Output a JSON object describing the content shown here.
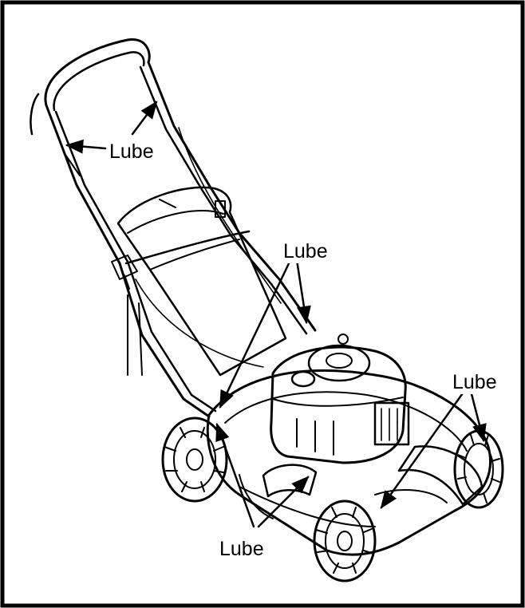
{
  "figure": {
    "callouts": [
      {
        "id": "handle",
        "label": "Lube"
      },
      {
        "id": "upper-handle-pivot",
        "label": "Lube"
      },
      {
        "id": "rear-wheel",
        "label": "Lube"
      },
      {
        "id": "front-wheel",
        "label": "Lube"
      }
    ]
  }
}
